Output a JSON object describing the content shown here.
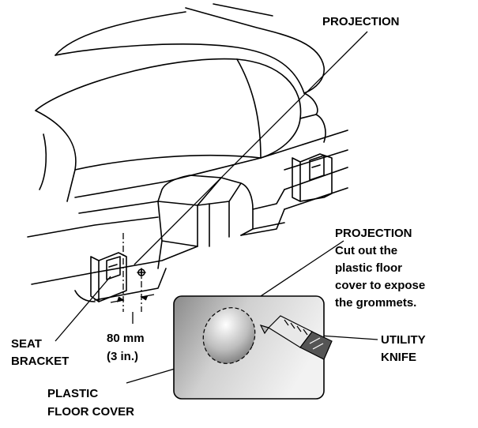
{
  "labels": {
    "projection_top": "PROJECTION",
    "projection_inset": [
      "PROJECTION",
      "Cut out the",
      "plastic floor",
      "cover to expose",
      "the grommets."
    ],
    "seat_bracket": [
      "SEAT",
      "BRACKET"
    ],
    "dimension": [
      "80 mm",
      "(3 in.)"
    ],
    "utility_knife": [
      "UTILITY",
      "KNIFE"
    ],
    "plastic_floor_cover": [
      "PLASTIC",
      "FLOOR COVER"
    ]
  }
}
